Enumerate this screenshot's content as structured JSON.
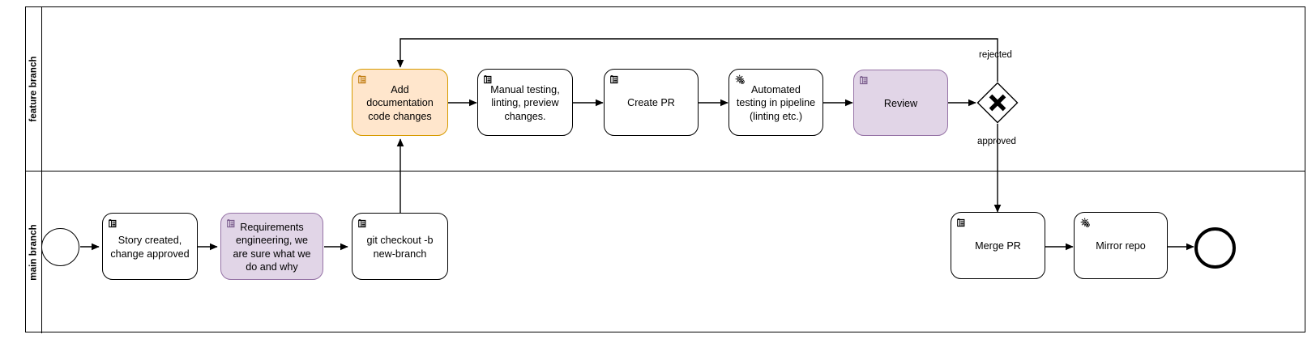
{
  "diagram": {
    "type": "bpmn-process",
    "pool": {
      "lanes": [
        "feature branch",
        "main branch"
      ]
    }
  },
  "lanes": [
    {
      "id": "feature",
      "label": "feature branch"
    },
    {
      "id": "main",
      "label": "main branch"
    }
  ],
  "nodes": {
    "start_event": {
      "label": "",
      "icon": "start-event-circle"
    },
    "story_created": {
      "label": "Story created, change approved",
      "icon": "manual-task-icon"
    },
    "requirements": {
      "label": "Requirements engineering, we are sure what we do and why",
      "icon": "manual-task-icon"
    },
    "git_checkout": {
      "label": "git checkout -b new-branch",
      "icon": "manual-task-icon"
    },
    "add_docs": {
      "label": "Add documentation code changes",
      "icon": "manual-task-icon"
    },
    "manual_testing": {
      "label": "Manual testing, linting, preview changes.",
      "icon": "manual-task-icon"
    },
    "create_pr": {
      "label": "Create PR",
      "icon": "manual-task-icon"
    },
    "automated_testing": {
      "label": "Automated testing in pipeline (linting etc.)",
      "icon": "service-task-gear-icon"
    },
    "review": {
      "label": "Review",
      "icon": "manual-task-icon"
    },
    "gateway": {
      "label": "",
      "icon": "exclusive-gateway-x-icon"
    },
    "merge_pr": {
      "label": "Merge PR",
      "icon": "manual-task-icon"
    },
    "mirror_repo": {
      "label": "Mirror repo",
      "icon": "service-task-gear-icon"
    },
    "end_event": {
      "label": "",
      "icon": "end-event-circle"
    }
  },
  "flow_labels": {
    "rejected": "rejected",
    "approved": "approved"
  },
  "colors": {
    "orange_fill": "#ffe6cc",
    "orange_stroke": "#d79b00",
    "purple_fill": "#e1d5e7",
    "purple_stroke": "#9673a6",
    "stroke": "#000000",
    "background": "#ffffff"
  }
}
